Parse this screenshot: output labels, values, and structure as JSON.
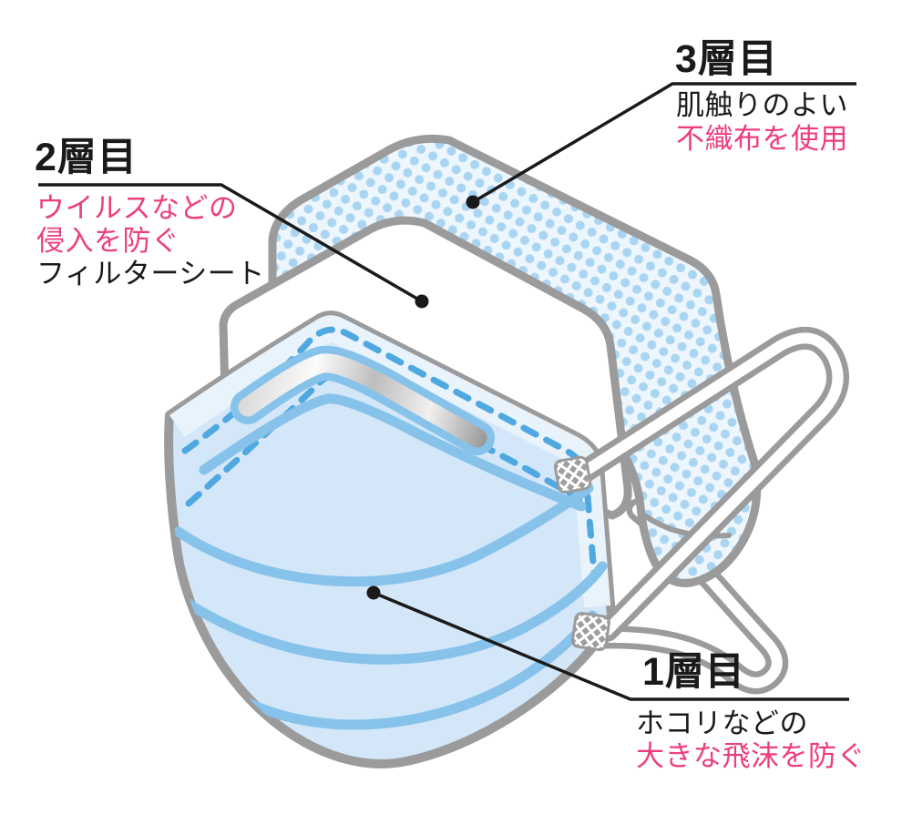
{
  "annotations": {
    "layer3": {
      "title": "3層目",
      "desc_black": "肌触りのよい",
      "desc_pink": "不織布を使用"
    },
    "layer2": {
      "title": "2層目",
      "desc_pink_1": "ウイルスなどの",
      "desc_pink_2": "侵入を防ぐ",
      "desc_black": "フィルターシート"
    },
    "layer1": {
      "title": "1層目",
      "desc_black": "ホコリなどの",
      "desc_pink": "大きな飛沫を防ぐ"
    }
  },
  "colors": {
    "text_black": "#1a1a1a",
    "accent_pink": "#EC3E7F",
    "outline_gray": "#9B9B9B",
    "mask_blue": "#D3E7F8",
    "mask_blue_light": "#E9F3FC",
    "pleat_blue": "#86C2EA",
    "stitch_blue": "#4FA8DF",
    "dot_blue": "#A9D5F3",
    "dot_bg": "#EDF6FD"
  }
}
